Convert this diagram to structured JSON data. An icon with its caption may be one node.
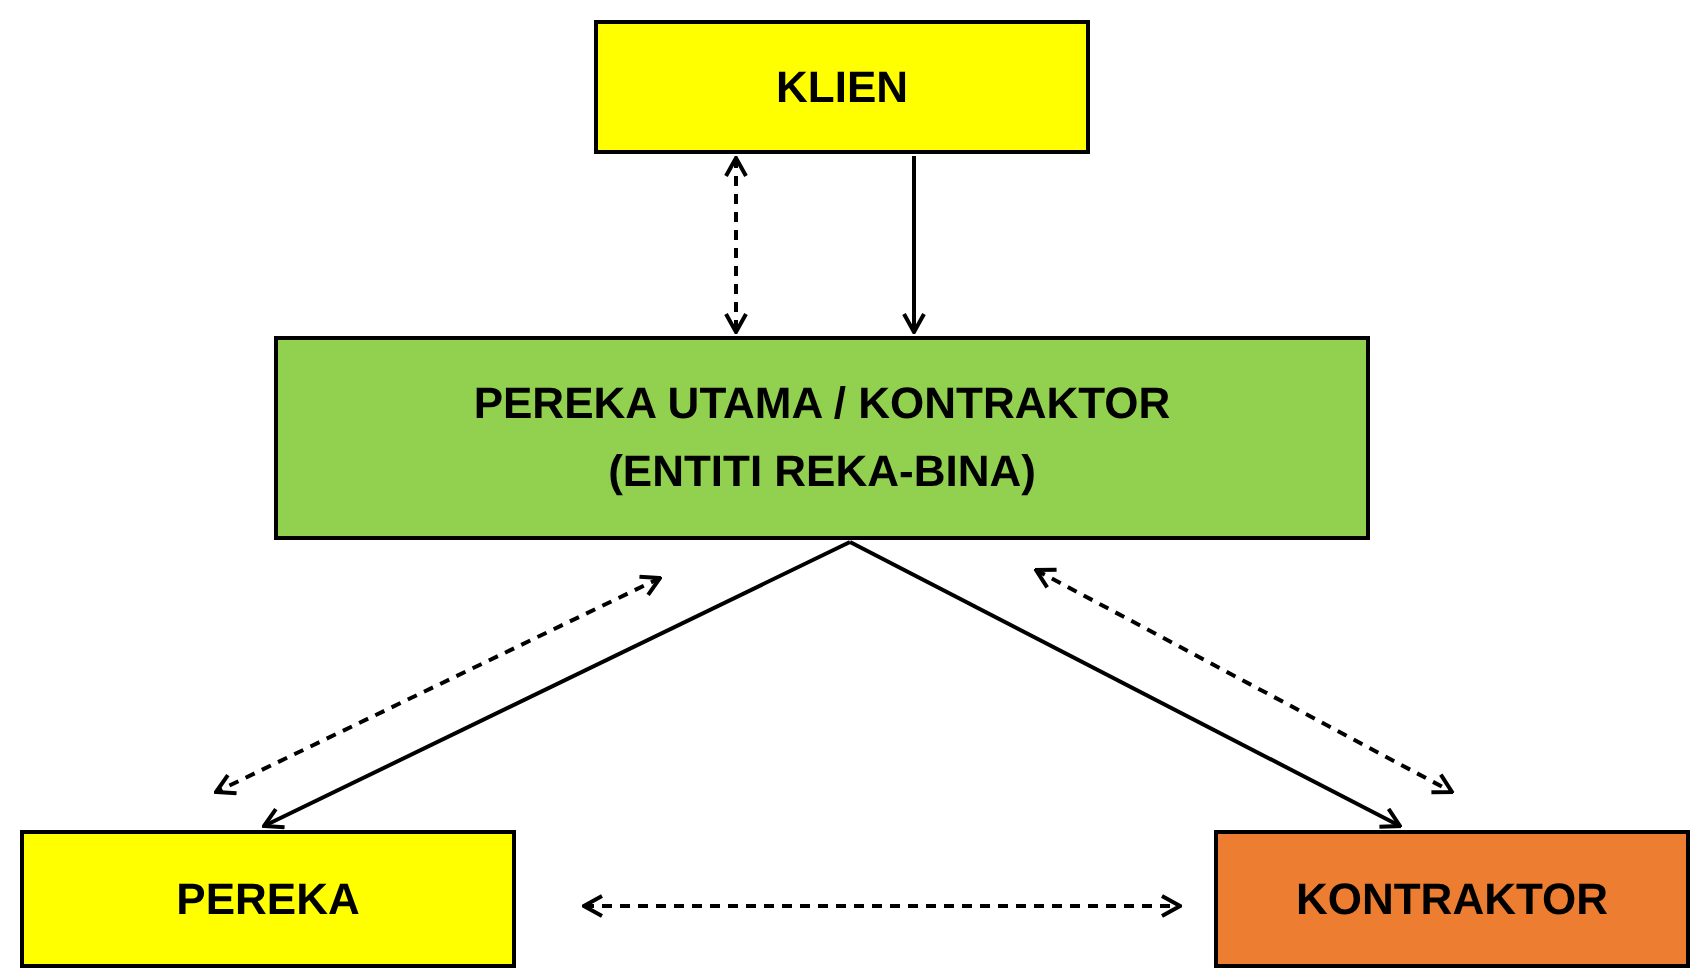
{
  "diagram": {
    "nodes": [
      {
        "text": [
          "KLIEN"
        ]
      },
      {
        "text": [
          "PEREKA UTAMA / KONTRAKTOR",
          "(ENTITI REKA-BINA)"
        ]
      },
      {
        "text": [
          "PEREKA"
        ]
      },
      {
        "text": [
          "KONTRAKTOR"
        ]
      }
    ],
    "edges": [
      {
        "from": 0,
        "to": 1,
        "arrow": "both",
        "style": "dashed"
      },
      {
        "from": 0,
        "to": 1,
        "arrow": "to"
      },
      {
        "from": 1,
        "to": 2,
        "arrow": "to"
      },
      {
        "from": 1,
        "to": 3,
        "arrow": "to"
      },
      {
        "from": 1,
        "to": 2,
        "arrow": "both",
        "style": "dashed"
      },
      {
        "from": 1,
        "to": 3,
        "arrow": "both",
        "style": "dashed"
      },
      {
        "from": 2,
        "to": 3,
        "arrow": "both",
        "style": "dashed"
      }
    ]
  }
}
